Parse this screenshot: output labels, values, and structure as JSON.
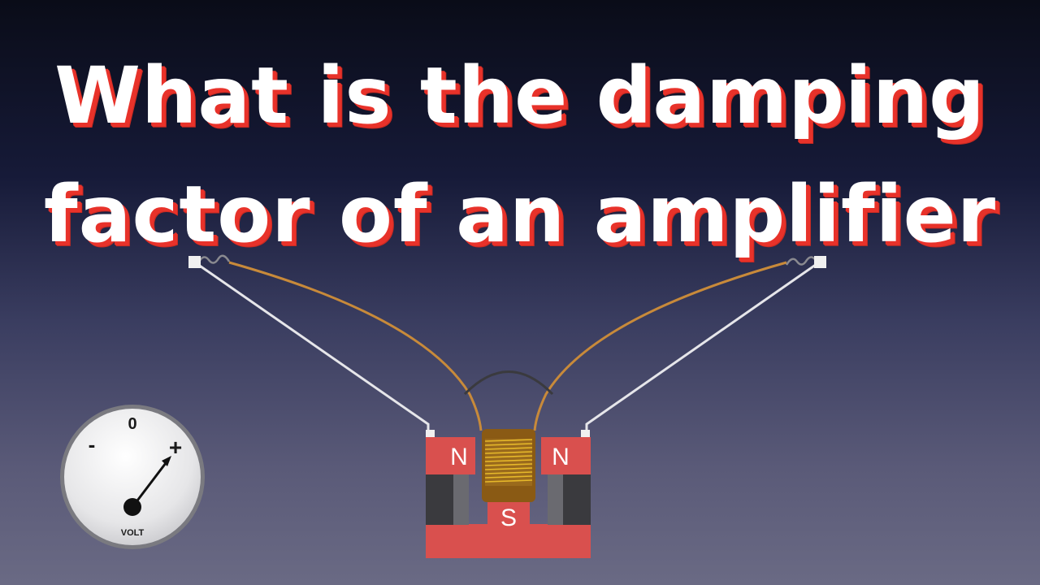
{
  "title": {
    "line1": "What is the damping",
    "line2": "factor of an amplifier"
  },
  "magnet": {
    "left_pole": "N",
    "right_pole": "N",
    "center_pole": "S"
  },
  "meter": {
    "zero_label": "0",
    "minus_label": "-",
    "plus_label": "+",
    "unit_label": "VOLT"
  },
  "colors": {
    "title_text": "#ffffff",
    "title_shadow": "#e8322a",
    "magnet_red": "#d9504e",
    "coil_brown": "#8a5a14",
    "coil_gold": "#e6b82a",
    "wire_copper": "#c88a3a",
    "wire_white": "#e6e6ea"
  },
  "icons": [
    "voltmeter-gauge",
    "magnet",
    "voice-coil"
  ]
}
